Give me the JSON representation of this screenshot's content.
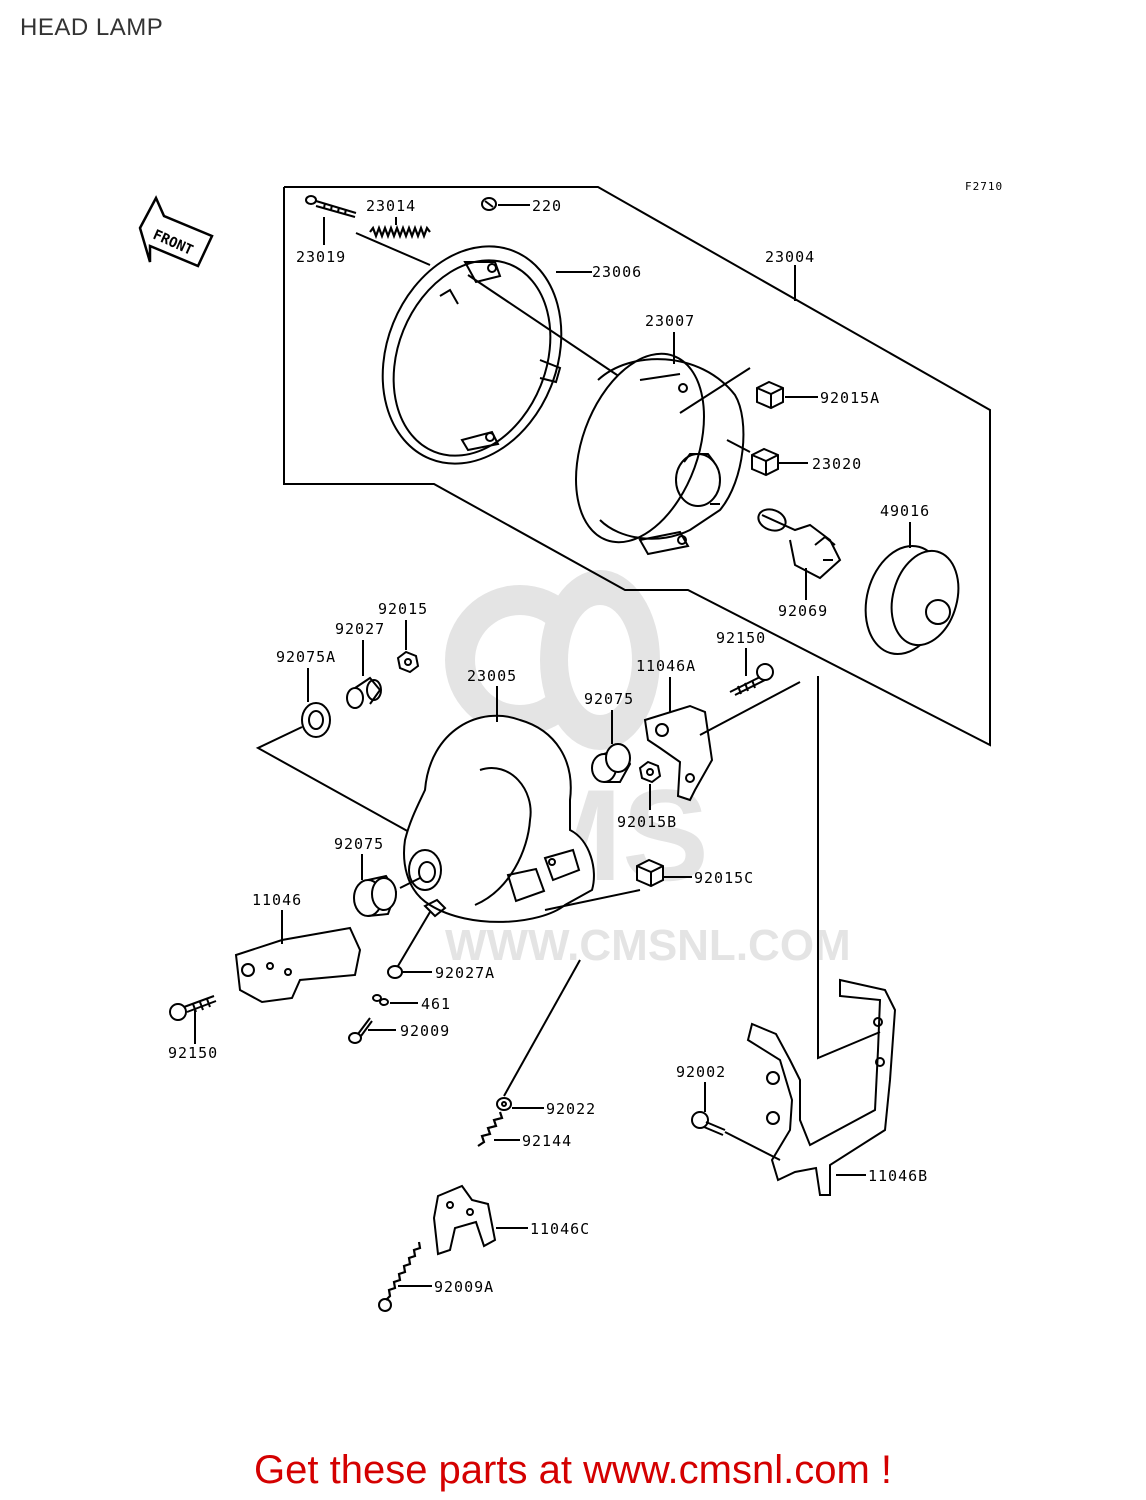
{
  "title": "HEAD LAMP",
  "figure_code": "F2710",
  "front_label": "FRONT",
  "watermark": {
    "logo_text": "CMS",
    "url_text": "WWW.CMSNL.COM"
  },
  "parts": [
    {
      "id": "p23014",
      "number": "23014"
    },
    {
      "id": "p220",
      "number": "220"
    },
    {
      "id": "p23019",
      "number": "23019"
    },
    {
      "id": "p23006",
      "number": "23006"
    },
    {
      "id": "p23004",
      "number": "23004"
    },
    {
      "id": "p23007",
      "number": "23007"
    },
    {
      "id": "p92015A",
      "number": "92015A"
    },
    {
      "id": "p23020",
      "number": "23020"
    },
    {
      "id": "p49016",
      "number": "49016"
    },
    {
      "id": "p92069",
      "number": "92069"
    },
    {
      "id": "p92015",
      "number": "92015"
    },
    {
      "id": "p92027",
      "number": "92027"
    },
    {
      "id": "p92075A",
      "number": "92075A"
    },
    {
      "id": "p23005",
      "number": "23005"
    },
    {
      "id": "p92150a",
      "number": "92150"
    },
    {
      "id": "p11046A",
      "number": "11046A"
    },
    {
      "id": "p92075a",
      "number": "92075"
    },
    {
      "id": "p92015B",
      "number": "92015B"
    },
    {
      "id": "p92075b",
      "number": "92075"
    },
    {
      "id": "p92015C",
      "number": "92015C"
    },
    {
      "id": "p11046",
      "number": "11046"
    },
    {
      "id": "p92027A",
      "number": "92027A"
    },
    {
      "id": "p461",
      "number": "461"
    },
    {
      "id": "p92009",
      "number": "92009"
    },
    {
      "id": "p92150b",
      "number": "92150"
    },
    {
      "id": "p92002",
      "number": "92002"
    },
    {
      "id": "p92022",
      "number": "92022"
    },
    {
      "id": "p92144",
      "number": "92144"
    },
    {
      "id": "p11046B",
      "number": "11046B"
    },
    {
      "id": "p11046C",
      "number": "11046C"
    },
    {
      "id": "p92009A",
      "number": "92009A"
    }
  ],
  "footer": "Get these parts at www.cmsnl.com !",
  "colors": {
    "footer": "#d40000",
    "line": "#000000",
    "watermark": "#e2e2e2"
  }
}
